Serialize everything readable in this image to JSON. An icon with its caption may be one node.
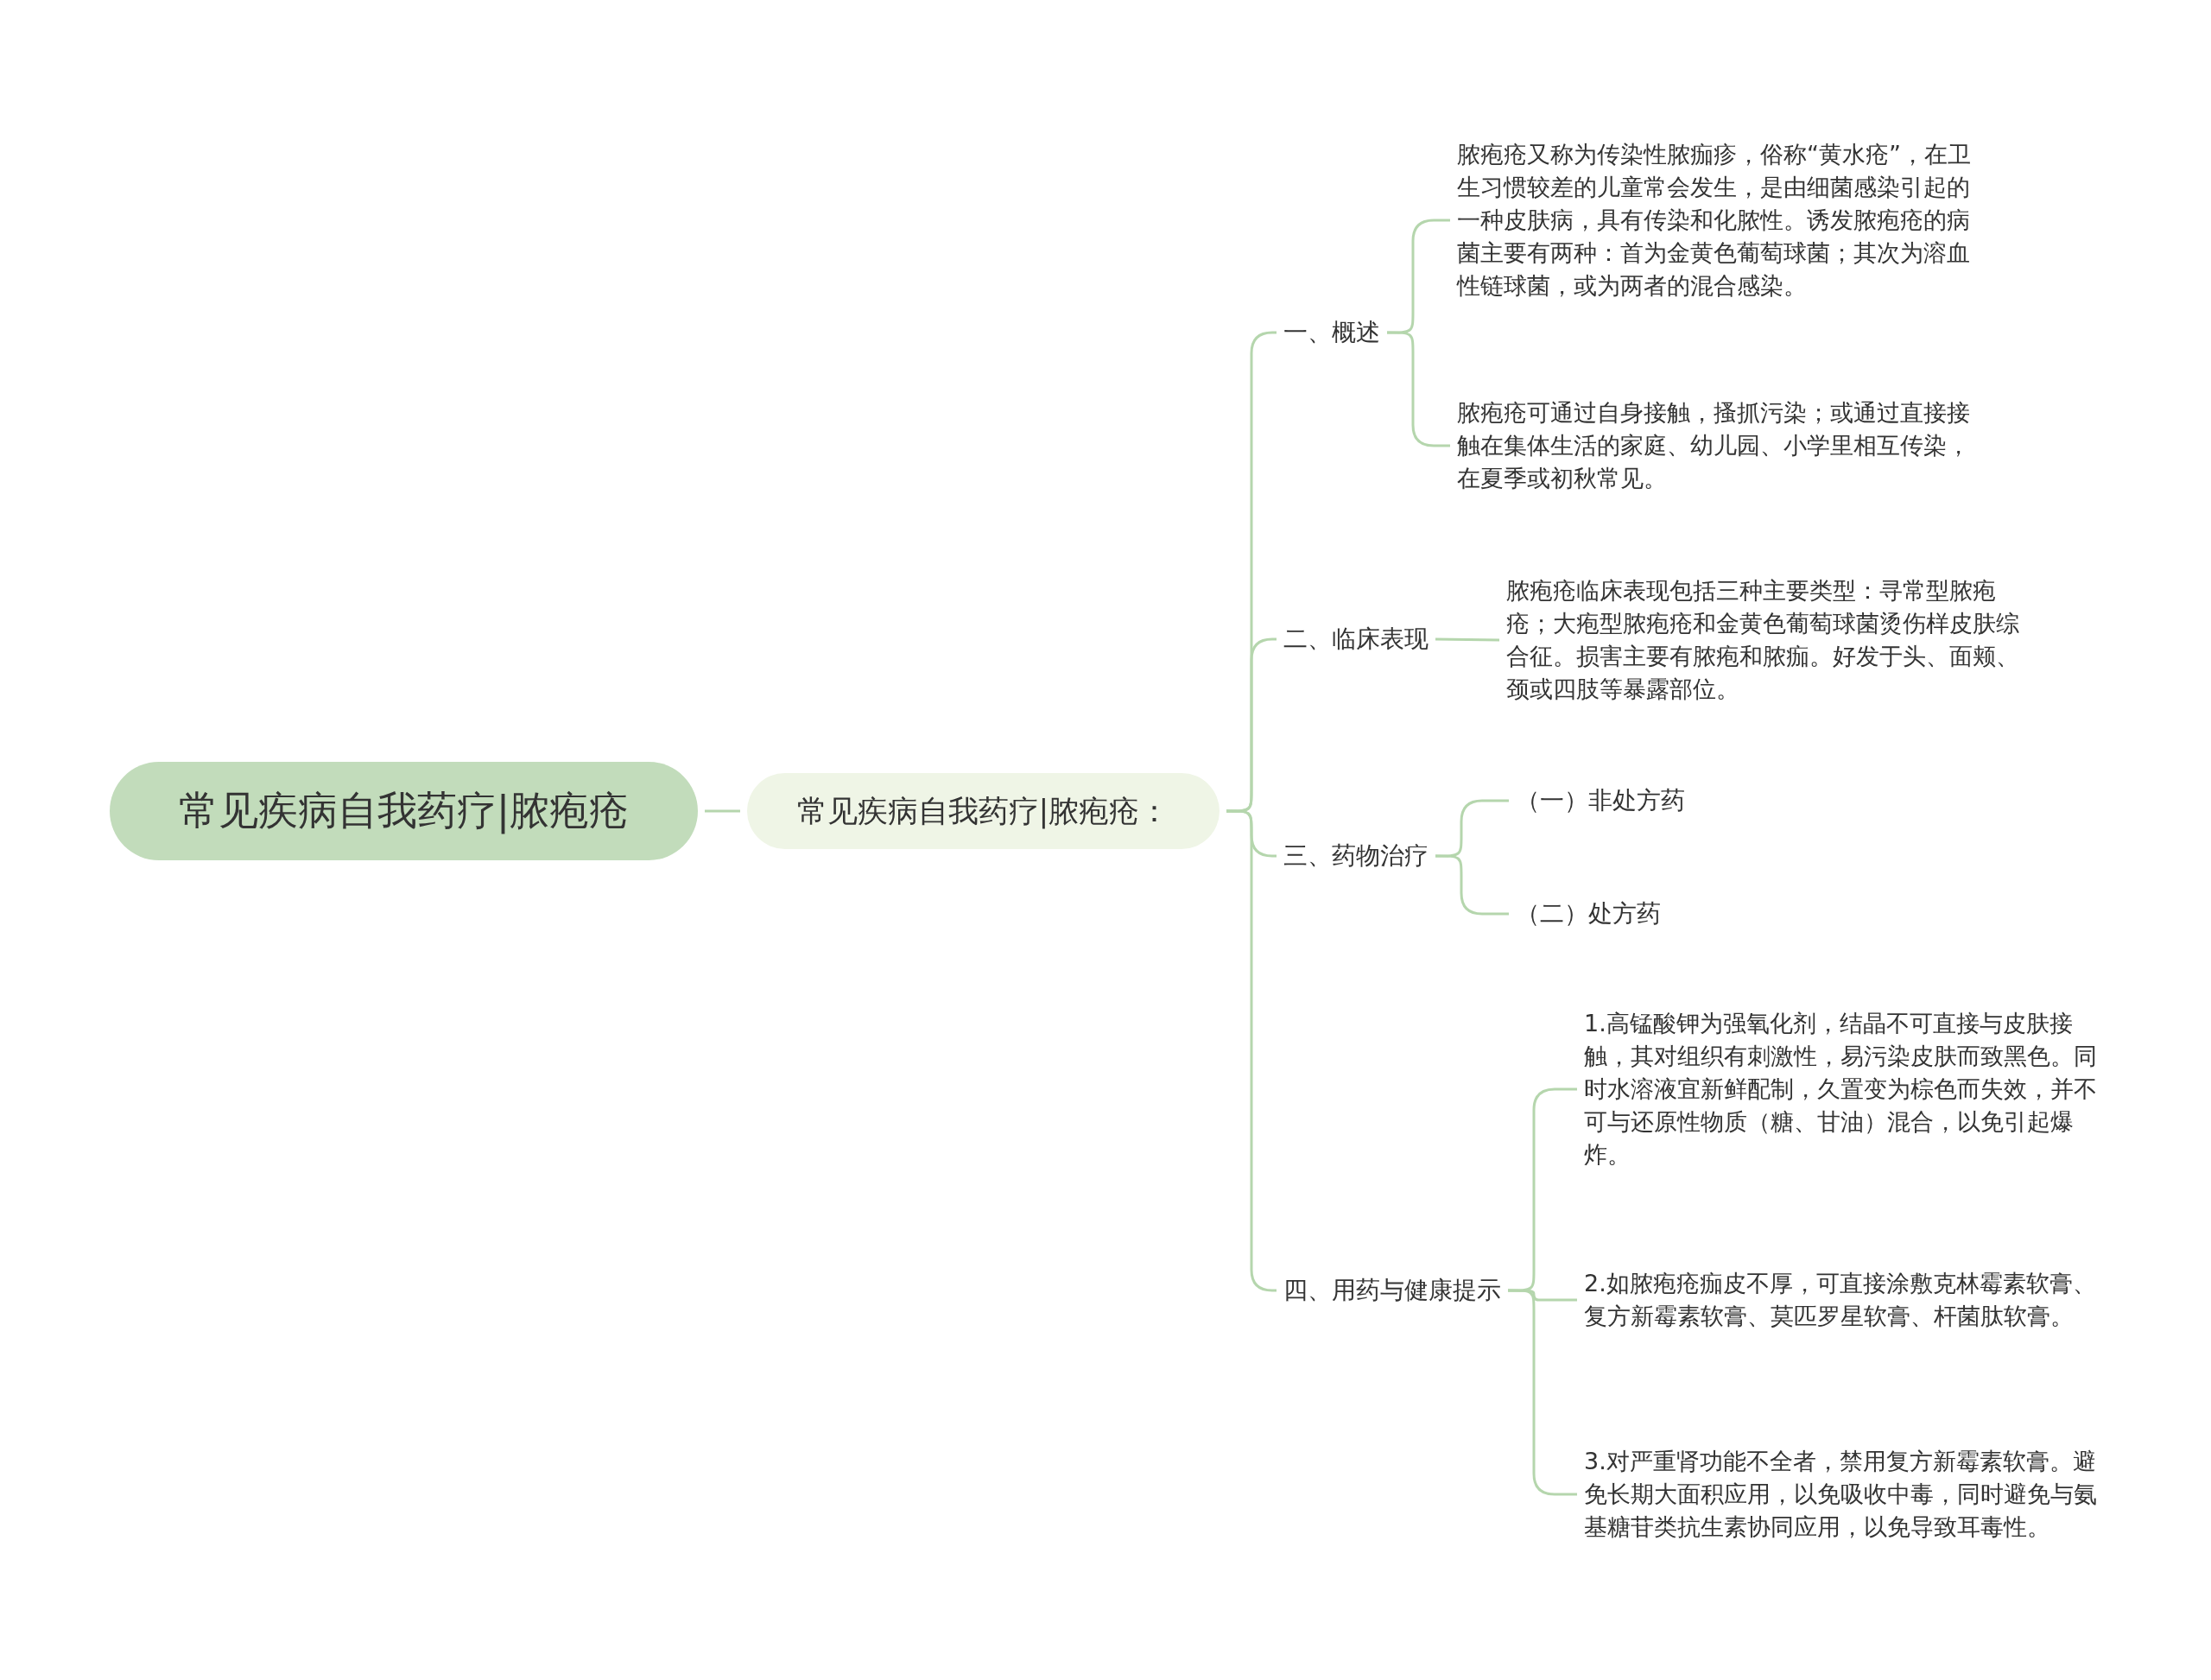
{
  "diagram": {
    "nodes": [
      {
        "text": [
          "常见疾病自我药疗|脓疱疮"
        ]
      },
      {
        "text": [
          "常见疾病自我药疗|脓疱疮："
        ]
      },
      {
        "text": [
          "一、概述"
        ]
      },
      {
        "text": [
          "脓疱疮又称为传染性脓痂疹，俗称“黄水疮”，在卫生习惯较差的儿童常会发生，是由细菌感染引起的一种皮肤病，具有传染和化脓性。诱发脓疱疮的病菌主要有两种：首为金黄色葡萄球菌；其次为溶血性链球菌，或为两者的混合感染。"
        ]
      },
      {
        "text": [
          "脓疱疮可通过自身接触，搔抓污染；或通过直接接触在集体生活的家庭、幼儿园、小学里相互传染，在夏季或初秋常见。"
        ]
      },
      {
        "text": [
          "二、临床表现"
        ]
      },
      {
        "text": [
          "脓疱疮临床表现包括三种主要类型：寻常型脓疱疮；大疱型脓疱疮和金黄色葡萄球菌烫伤样皮肤综合征。损害主要有脓疱和脓痂。好发于头、面颊、颈或四肢等暴露部位。"
        ]
      },
      {
        "text": [
          "三、药物治疗"
        ]
      },
      {
        "text": [
          "（一）非处方药"
        ]
      },
      {
        "text": [
          "（二）处方药"
        ]
      },
      {
        "text": [
          "四、用药与健康提示"
        ]
      },
      {
        "text": [
          "1.高锰酸钾为强氧化剂，结晶不可直接与皮肤接触，其对组织有刺激性，易污染皮肤而致黑色。同时水溶液宜新鲜配制，久置变为棕色而失效，并不可与还原性物质（糖、甘油）混合，以免引起爆炸。"
        ]
      },
      {
        "text": [
          "2.如脓疱疮痂皮不厚，可直接涂敷克林霉素软膏、复方新霉素软膏、莫匹罗星软膏、杆菌肽软膏。"
        ]
      },
      {
        "text": [
          "3.对严重肾功能不全者，禁用复方新霉素软膏。避免长期大面积应用，以免吸收中毒，同时避免与氨基糖苷类抗生素协同应用，以免导致耳毒性。"
        ]
      }
    ],
    "edges": [
      {
        "from": 0,
        "to": 1,
        "arrow": "none"
      },
      {
        "from": 1,
        "to": 2,
        "arrow": "none"
      },
      {
        "from": 2,
        "to": 3,
        "arrow": "none"
      },
      {
        "from": 2,
        "to": 4,
        "arrow": "none"
      },
      {
        "from": 1,
        "to": 5,
        "arrow": "none"
      },
      {
        "from": 5,
        "to": 6,
        "arrow": "none"
      },
      {
        "from": 1,
        "to": 7,
        "arrow": "none"
      },
      {
        "from": 7,
        "to": 8,
        "arrow": "none"
      },
      {
        "from": 7,
        "to": 9,
        "arrow": "none"
      },
      {
        "from": 1,
        "to": 10,
        "arrow": "none"
      },
      {
        "from": 10,
        "to": 11,
        "arrow": "none"
      },
      {
        "from": 10,
        "to": 12,
        "arrow": "none"
      },
      {
        "from": 10,
        "to": 13,
        "arrow": "none"
      }
    ]
  }
}
